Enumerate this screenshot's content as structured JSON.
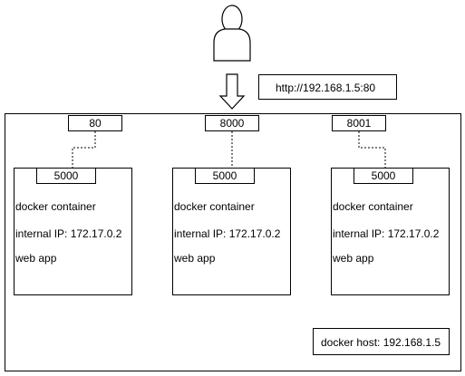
{
  "request_url": "http://192.168.1.5:80",
  "host": {
    "label": "docker host: 192.168.1.5",
    "ports": [
      "80",
      "8000",
      "8001"
    ]
  },
  "containers": [
    {
      "port": "5000",
      "title": "docker container",
      "ip": "internal IP: 172.17.0.2",
      "app": "web app"
    },
    {
      "port": "5000",
      "title": "docker container",
      "ip": "internal IP: 172.17.0.2",
      "app": "web app"
    },
    {
      "port": "5000",
      "title": "docker container",
      "ip": "internal IP: 172.17.0.2",
      "app": "web app"
    }
  ]
}
